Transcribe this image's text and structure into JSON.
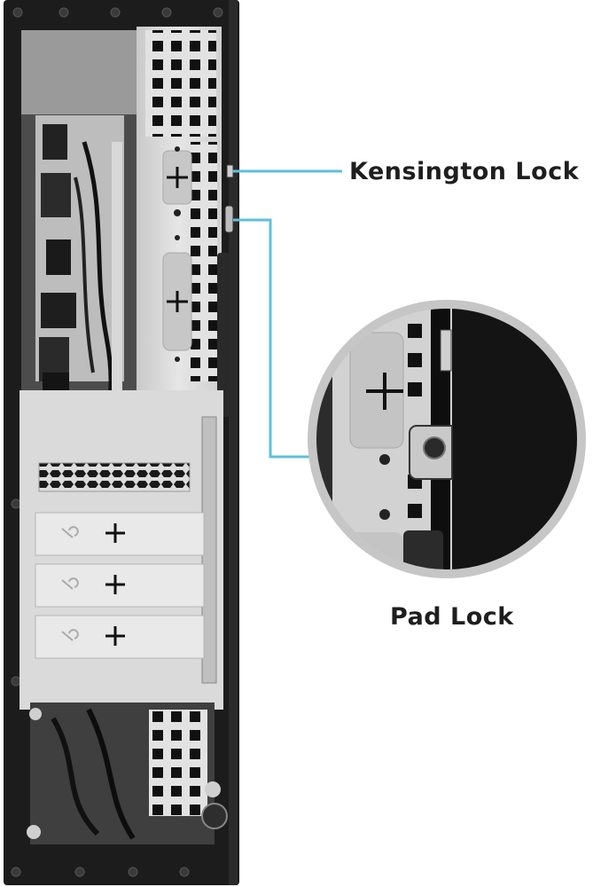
{
  "callouts": {
    "kensington": "Kensington Lock",
    "padlock": "Pad Lock"
  },
  "colors": {
    "callout_line": "#5fc0d8",
    "chassis": "#1c1c1c",
    "panel": "#d4d4d4",
    "zoom_ring": "#c6c6c6"
  },
  "icons": [
    "plus-icon",
    "screw-icon",
    "vent-grid",
    "hex-mesh"
  ]
}
